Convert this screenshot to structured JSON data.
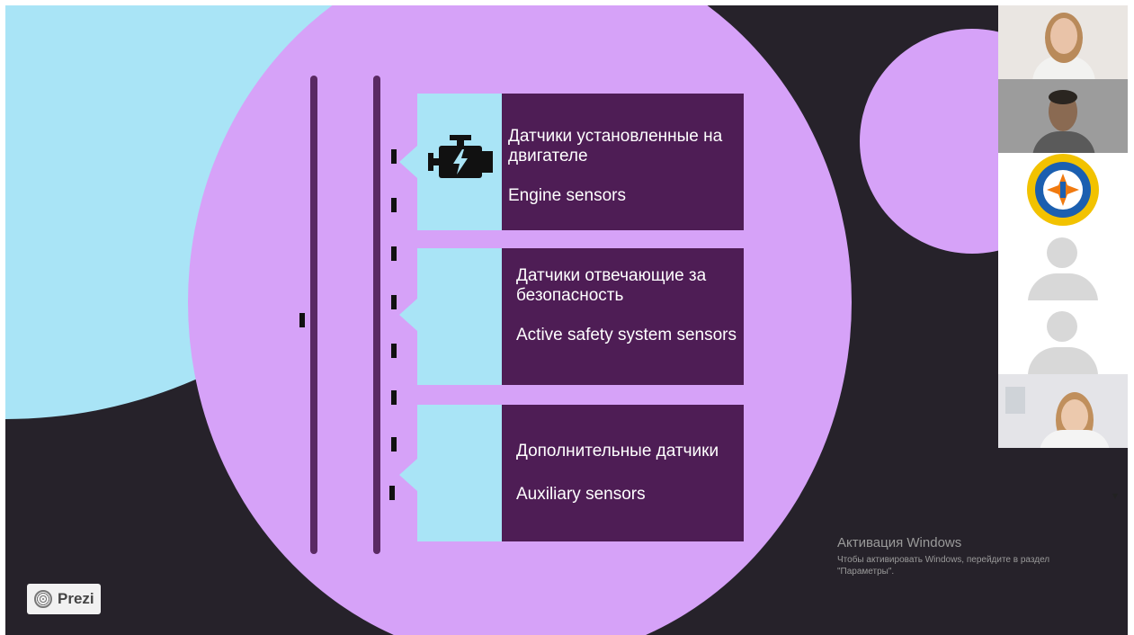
{
  "slide": {
    "cards": [
      {
        "ru": "Датчики установленные на двигателе",
        "en": "Engine sensors",
        "icon": "engine-icon"
      },
      {
        "ru": "Датчики отвечающие за безопасность",
        "en": "Active safety system sensors"
      },
      {
        "ru": "Дополнительные датчики",
        "en": "Auxiliary sensors"
      }
    ],
    "colors": {
      "cyan": "#a9e4f6",
      "lilac": "#d6a2f8",
      "dark_purple": "#4e1d55",
      "background": "#26222a"
    }
  },
  "branding": {
    "prezi_label": "Prezi"
  },
  "windows_activation": {
    "title": "Активация Windows",
    "subtitle": "Чтобы активировать Windows, перейдите в раздел \"Параметры\"."
  },
  "video_participants": [
    {
      "kind": "camera",
      "icon": "person-video"
    },
    {
      "kind": "camera",
      "icon": "person-video"
    },
    {
      "kind": "logo",
      "icon": "emergency-emblem-icon"
    },
    {
      "kind": "avatar",
      "icon": "user-placeholder-icon"
    },
    {
      "kind": "avatar",
      "icon": "user-placeholder-icon"
    },
    {
      "kind": "camera",
      "icon": "person-video"
    }
  ]
}
